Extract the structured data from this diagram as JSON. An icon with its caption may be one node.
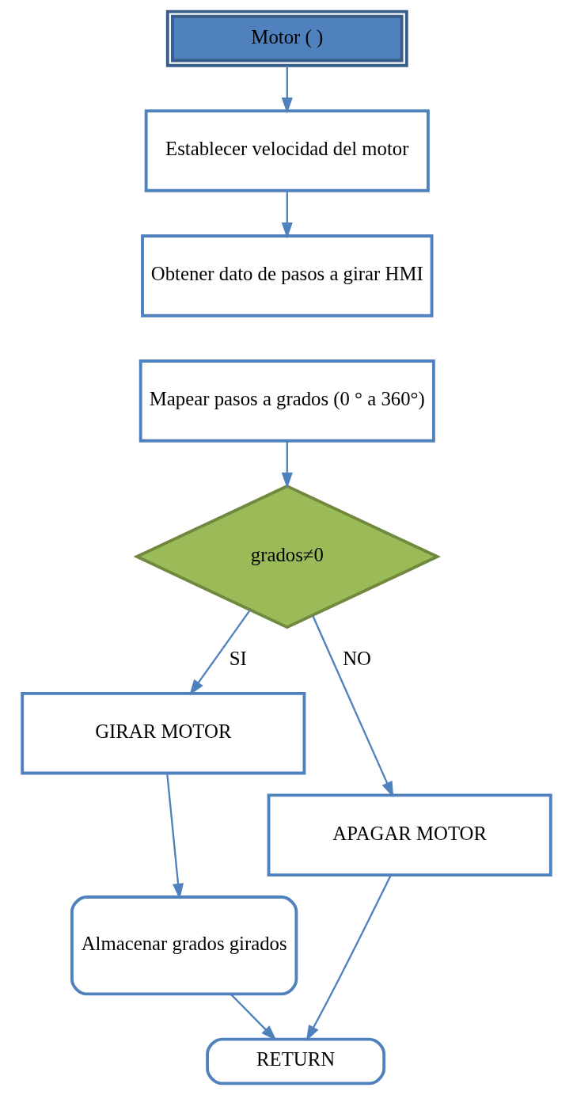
{
  "diagram": {
    "nodes": [
      {
        "text": [
          "Motor ( )"
        ]
      },
      {
        "text": [
          "Establecer velocidad del motor"
        ]
      },
      {
        "text": [
          "Obtener dato de pasos a girar HMI"
        ]
      },
      {
        "text": [
          "Mapear pasos a grados (0 ° a 360°)"
        ]
      },
      {
        "text": [
          "grados≠0"
        ]
      },
      {
        "text": [
          "GIRAR MOTOR"
        ]
      },
      {
        "text": [
          "APAGAR MOTOR"
        ]
      },
      {
        "text": [
          "Almacenar grados girados"
        ]
      },
      {
        "text": [
          "RETURN"
        ]
      }
    ],
    "edges": [
      {
        "from": 0,
        "to": 1,
        "arrow": "to"
      },
      {
        "from": 1,
        "to": 2,
        "arrow": "to"
      },
      {
        "from": 3,
        "to": 4,
        "arrow": "to"
      },
      {
        "from": 4,
        "to": 5,
        "arrow": "to",
        "label": "SI"
      },
      {
        "from": 4,
        "to": 6,
        "arrow": "to",
        "label": "NO"
      },
      {
        "from": 5,
        "to": 7,
        "arrow": "to"
      },
      {
        "from": 7,
        "to": 8,
        "arrow": "to"
      },
      {
        "from": 6,
        "to": 8,
        "arrow": "to"
      }
    ]
  }
}
